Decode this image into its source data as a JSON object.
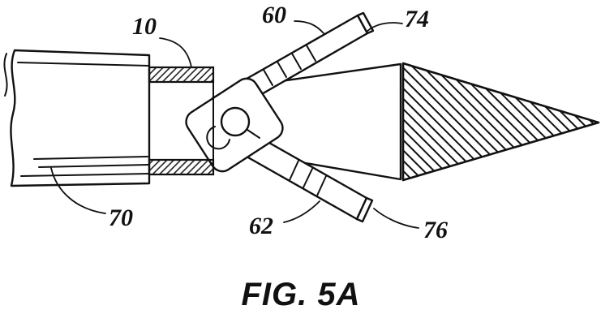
{
  "figure": {
    "caption": "FIG. 5A",
    "labels": {
      "ferrule": "10",
      "upper_blade": "60",
      "lower_blade": "62",
      "shaft": "70",
      "upper_blade_tip": "74",
      "lower_blade_tip": "76"
    }
  }
}
